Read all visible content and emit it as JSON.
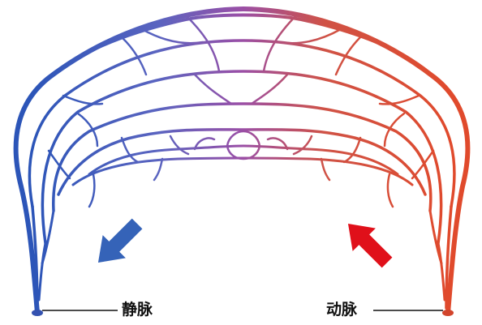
{
  "labels": {
    "vein": "静脉",
    "artery": "动脉"
  },
  "colors": {
    "venous": "#3e62b6",
    "arterial": "#d8452f",
    "mixed": "#8a4aa0",
    "vein_arrow": "#3563b8",
    "artery_arrow": "#e0101a",
    "leader_line": "#111111"
  },
  "arrows": [
    {
      "id": "vein-flow",
      "direction": "down-left"
    },
    {
      "id": "artery-flow",
      "direction": "up-left"
    }
  ]
}
